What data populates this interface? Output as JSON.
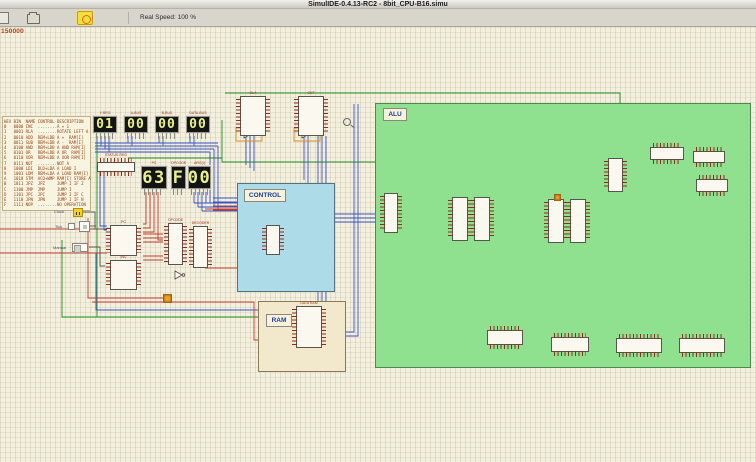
{
  "window": {
    "title": "SimulIDE-0.4.13-RC2  -  8bit_CPU-B16.simu"
  },
  "toolbar": {
    "real_speed": "Real Speed: 100 %"
  },
  "status": {
    "counter": "150000"
  },
  "instruction_table": {
    "headers": [
      "HEX",
      "BIN",
      "NAME",
      "CONTROL",
      "DESCRIPTION"
    ],
    "rows": [
      [
        "0",
        "0000",
        "INC",
        "........",
        "A + 1"
      ],
      [
        "1",
        "0001",
        "RLA",
        "........",
        "ROTATE LEFT A"
      ],
      [
        "2",
        "0010",
        "ADD",
        "REM+LDB",
        "A +  RAM[I]"
      ],
      [
        "3",
        "0011",
        "SUB",
        "REM+LDB",
        "A -  RAM[I]"
      ],
      [
        "4",
        "0100",
        "AND",
        "REM+LDB",
        "A AND RAM[I]"
      ],
      [
        "5",
        "0101",
        "OR",
        "REM+LDB",
        "A OR  RAM[I]"
      ],
      [
        "6",
        "0110",
        "XOR",
        "REM+LDB",
        "A XOR RAM[I]"
      ],
      [
        "7",
        "0111",
        "NOT",
        "........",
        "NOT A"
      ],
      [
        "8",
        "1000",
        "LDI",
        "DLD+LDA",
        "A LOAD I"
      ],
      [
        "9",
        "1001",
        "LDM",
        "REM+LDA",
        "A LOAD RAM[I]"
      ],
      [
        "A",
        "1010",
        "STM",
        "ACO+WMP",
        "RAM[I] STORE A"
      ],
      [
        "B",
        "1011",
        "JPZ",
        "JPZ",
        "JUMP I IF Z"
      ],
      [
        "C",
        "1100",
        "JMP",
        "JMP",
        "JUMP I"
      ],
      [
        "D",
        "1101",
        "JPC",
        "JPC",
        "JUMP I IF C"
      ],
      [
        "E",
        "1110",
        "JPN",
        "JPN",
        "JUMP I IF N"
      ],
      [
        "F",
        "1111",
        "NOP",
        "........",
        "NO OPERATION"
      ]
    ]
  },
  "displays": {
    "bus_row": [
      {
        "label": "Y-REG",
        "value": "01"
      },
      {
        "label": "A-BUS",
        "value": "00"
      },
      {
        "label": "B-BUS",
        "value": "00"
      },
      {
        "label": "DATA-BUS",
        "value": "00"
      }
    ],
    "cpu_row": [
      {
        "label": "PC",
        "value": "63"
      },
      {
        "label": "OPCODE",
        "value": "F"
      },
      {
        "label": "ARG(I)",
        "value": "00"
      }
    ]
  },
  "clock_panel": {
    "clock": "Clock",
    "tick": "Tick",
    "manual": "Manual"
  },
  "blocks": {
    "control": "CONTROL",
    "ram": "RAM",
    "alu": "ALU"
  },
  "chips": {
    "status_reg": "STATUS REG",
    "dla": "DLA",
    "cnt": "CNT",
    "pc": "PC",
    "inc": "INC",
    "opcode": "OPCODE",
    "decoder": "DECODER",
    "data_ram": "DATA RAM"
  },
  "colors": {
    "wire_blue": "#3a56c4",
    "wire_red": "#c23b2e",
    "wire_green": "#1f8c1f",
    "wire_orange": "#e08a1e",
    "alu_bg": "#8fe08f",
    "control_bg": "#aedbe8",
    "ram_bg": "#f2e9cd",
    "digit": "#e9f18d"
  }
}
